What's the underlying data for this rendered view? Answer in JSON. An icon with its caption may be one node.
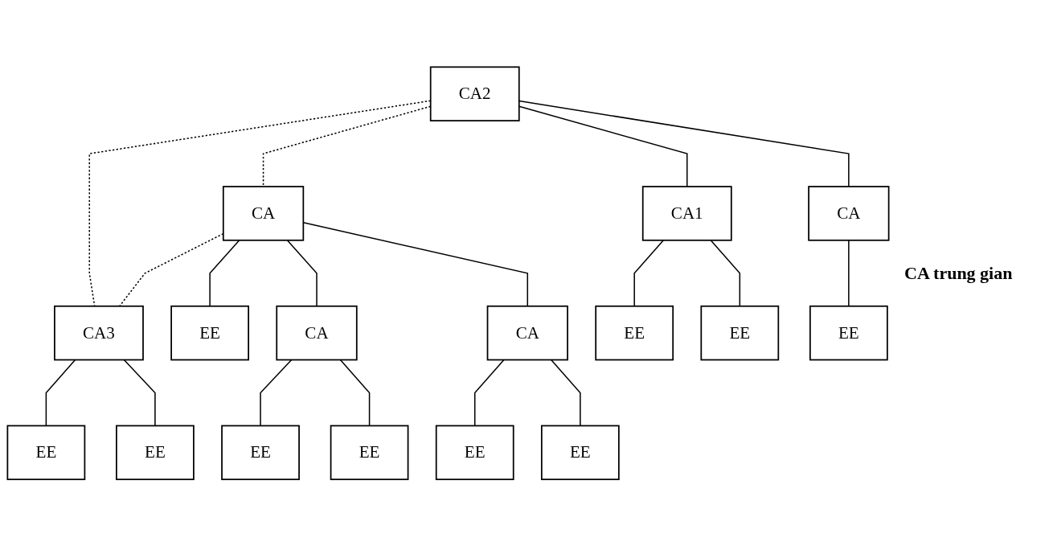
{
  "diagram": {
    "nodes": [
      {
        "text": [
          "CA2"
        ]
      },
      {
        "text": [
          "CA"
        ]
      },
      {
        "text": [
          "CA3"
        ]
      },
      {
        "text": [
          "CA1"
        ]
      },
      {
        "text": [
          "CA"
        ]
      },
      {
        "text": [
          "CA"
        ]
      },
      {
        "text": [
          "CA"
        ]
      },
      {
        "text": [
          "EE"
        ]
      },
      {
        "text": [
          "EE"
        ]
      },
      {
        "text": [
          "EE"
        ]
      },
      {
        "text": [
          "EE"
        ]
      },
      {
        "text": [
          "EE"
        ]
      },
      {
        "text": [
          "EE"
        ]
      },
      {
        "text": [
          "EE"
        ]
      },
      {
        "text": [
          "EE"
        ]
      },
      {
        "text": [
          "EE"
        ]
      },
      {
        "text": [
          "EE"
        ]
      }
    ],
    "edges": [
      {
        "from": 0,
        "to": 2,
        "arrow": "none",
        "style": "dashed"
      },
      {
        "from": 0,
        "to": 1,
        "arrow": "none",
        "style": "dashed"
      },
      {
        "from": 1,
        "to": 2,
        "arrow": "none",
        "style": "dashed"
      },
      {
        "from": 0,
        "to": 3,
        "arrow": "none"
      },
      {
        "from": 0,
        "to": 4,
        "arrow": "none"
      },
      {
        "from": 1,
        "to": 10,
        "arrow": "none"
      },
      {
        "from": 1,
        "to": 5,
        "arrow": "none"
      },
      {
        "from": 1,
        "to": 6,
        "arrow": "none"
      },
      {
        "from": 2,
        "to": 15,
        "arrow": "none"
      },
      {
        "from": 2,
        "to": 16,
        "arrow": "none"
      },
      {
        "from": 3,
        "to": 7,
        "arrow": "none"
      },
      {
        "from": 3,
        "to": 8,
        "arrow": "none"
      },
      {
        "from": 4,
        "to": 9,
        "arrow": "none"
      },
      {
        "from": 5,
        "to": 11,
        "arrow": "none"
      },
      {
        "from": 5,
        "to": 12,
        "arrow": "none"
      },
      {
        "from": 6,
        "to": 13,
        "arrow": "none"
      },
      {
        "from": 6,
        "to": 14,
        "arrow": "none"
      }
    ],
    "labels": [
      "CA trung gian"
    ]
  }
}
